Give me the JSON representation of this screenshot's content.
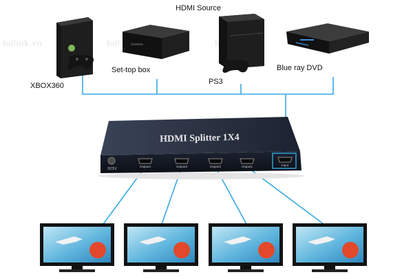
{
  "title": "HDMI Source",
  "sources": [
    {
      "label": "XBOX360"
    },
    {
      "label": "Set-top box"
    },
    {
      "label": "PS3"
    },
    {
      "label": "Blue ray DVD"
    }
  ],
  "device": {
    "label": "HDMI Splitter 1X4",
    "power_label": "DC5V",
    "port_labels": [
      "Output4",
      "Output3",
      "Output2",
      "Output1",
      "Input"
    ]
  },
  "watermark": "hdlink.vn",
  "colors": {
    "connector_line": "#35a9e1",
    "device_body": "#1a2030",
    "device_text": "#e6e6e6"
  },
  "displays": 4
}
